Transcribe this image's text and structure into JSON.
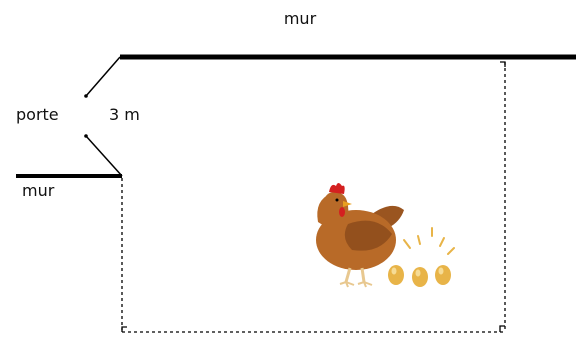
{
  "labels": {
    "wall_top": "mur",
    "wall_left": "mur",
    "door": "porte",
    "door_width": "3 m"
  },
  "colors": {
    "wall": "#000000",
    "fence": "#000000",
    "hen_body": "#b86a28",
    "hen_wing": "#8a4a1a",
    "comb": "#d42020",
    "beak": "#e8a020",
    "egg": "#e8b448",
    "egg_rays": "#e8b448"
  },
  "icons": [
    "hen-icon",
    "eggs-icon"
  ]
}
